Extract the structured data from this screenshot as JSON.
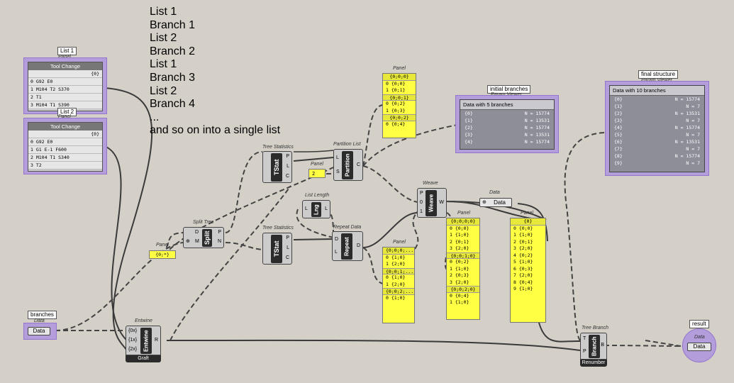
{
  "note_lines": [
    "List 1",
    "Branch 1",
    "List 2",
    "Branch 2",
    "List 1",
    "Branch 3",
    "List 2",
    "Branch 4",
    "...",
    "and so on into a single list"
  ],
  "tags": {
    "list1": "List 1",
    "list2": "List 2",
    "branches": "branches",
    "initial": "initial branches",
    "final": "final structure",
    "result": "result"
  },
  "titles": {
    "panel": "Panel",
    "data": "Data",
    "entwine": "Entwine",
    "split_tree": "Split Tree",
    "tree_stats": "Tree Statistics",
    "partition": "Partition List",
    "list_length": "List Length",
    "repeat_data": "Repeat Data",
    "weave": "Weave",
    "param_viewer": "Param Viewer",
    "tree_branch": "Tree Branch"
  },
  "toolchange1": {
    "header": "Tool Change",
    "path": "{0}",
    "rows": [
      "0 G92 E0",
      "1 M104 T2 S370",
      "2 T1",
      "3 M104 T1 S390"
    ]
  },
  "toolchange2": {
    "header": "Tool Change",
    "path": "{0}",
    "rows": [
      "0 G92 E0",
      "1 G1 E-1 F600",
      "2 M104 T1 S340",
      "3 T2"
    ]
  },
  "pv_initial": {
    "header": "Data with 5 branches",
    "rows": [
      [
        "{0}",
        "N = 15774"
      ],
      [
        "{1}",
        "N = 13531"
      ],
      [
        "{2}",
        "N = 15774"
      ],
      [
        "{3}",
        "N = 13531"
      ],
      [
        "{4}",
        "N = 15774"
      ]
    ]
  },
  "pv_final": {
    "header": "Data with 10 branches",
    "rows": [
      [
        "{0}",
        "N = 15774"
      ],
      [
        "{1}",
        "N = 7"
      ],
      [
        "{2}",
        "N = 13531"
      ],
      [
        "{3}",
        "N = 7"
      ],
      [
        "{4}",
        "N = 15774"
      ],
      [
        "{5}",
        "N = 7"
      ],
      [
        "{6}",
        "N = 13531"
      ],
      [
        "{7}",
        "N = 7"
      ],
      [
        "{8}",
        "N = 15774"
      ],
      [
        "{9}",
        "N = 7"
      ]
    ]
  },
  "panel_top": [
    "{0;0;0}",
    "0 {0;0}",
    "1 {0;1}",
    "{0;0;1}",
    "0 {0;2}",
    "1 {0;3}",
    "{0;0;2}",
    "0 {0;4}"
  ],
  "panel_mid": [
    "{0;0;0;...",
    "0 {1;0}",
    "1 {2;0}",
    "{0;0;1;...",
    "0 {1;0}",
    "1 {2;0}",
    "{0;0;2;...",
    "0 {1;0}"
  ],
  "panel_weave": [
    "{0;0;0;0}",
    "0 {0;0}",
    "1 {1;0}",
    "2 {0;1}",
    "3 {2;0}",
    "{0;0;1;0}",
    "0 {0;2}",
    "1 {1;0}",
    "2 {0;3}",
    "3 {2;0}",
    "{0;0;2;0}",
    "0 {0;4}",
    "1 {1;0}"
  ],
  "panel_right": [
    "{0}",
    "0 {0;0}",
    "1 {1;0}",
    "2 {0;1}",
    "3 {2;0}",
    "4 {0;2}",
    "5 {1;0}",
    "6 {0;3}",
    "7 {2;0}",
    "8 {0;4}",
    "9 {1;0}"
  ],
  "panel_two": "2",
  "panel_pattern": "{0;*}",
  "comps": {
    "tstat": "TStat",
    "tstat_out": [
      "P",
      "L",
      "C"
    ],
    "partition": "Partition",
    "partition_in": [
      "L",
      "S"
    ],
    "partition_out": "C",
    "lng": "Lng",
    "lng_in": "L",
    "lng_out": "L",
    "repeat": "Repeat",
    "repeat_in": [
      "D",
      "L"
    ],
    "repeat_out": "D",
    "split": "Split",
    "split_in": [
      "D",
      "M"
    ],
    "split_out": [
      "P",
      "N"
    ],
    "weave": "Weave",
    "weave_in": [
      "P",
      "0",
      "1"
    ],
    "weave_out": "W",
    "entwine": "Entwine",
    "entwine_in": [
      "{0x}",
      "{1x}",
      "{2x}"
    ],
    "entwine_out": "R",
    "entwine_foot": "Graft",
    "branch": "Branch",
    "branch_in": [
      "T",
      "P"
    ],
    "branch_out": "B",
    "branch_foot": "Renumber",
    "data_label": "Data"
  },
  "colors": {
    "canvas": "#d4d0c8",
    "selected": "#b39ddb",
    "panel": "#ffff44",
    "wire": "#444444"
  }
}
